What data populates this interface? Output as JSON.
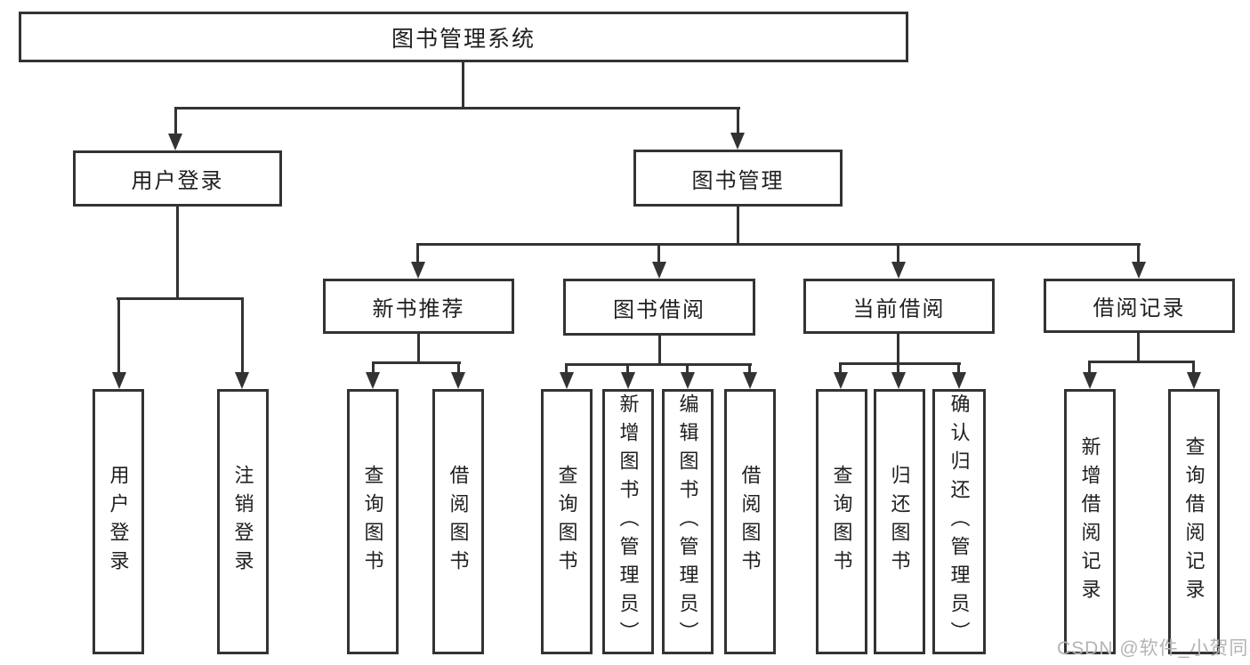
{
  "colors": {
    "line": "#333333",
    "box_border": "#333333",
    "text": "#1f1f1f",
    "watermark": "#b4b4b4",
    "background": "#ffffff"
  },
  "diagram": {
    "type": "hierarchy-tree",
    "root": {
      "id": "library-management-system",
      "label": "图书管理系统"
    },
    "level2": [
      {
        "id": "user-login",
        "label": "用户登录",
        "parent": "library-management-system"
      },
      {
        "id": "book-management",
        "label": "图书管理",
        "parent": "library-management-system"
      }
    ],
    "level3": [
      {
        "id": "new-book-recommend",
        "label": "新书推荐",
        "parent": "book-management"
      },
      {
        "id": "book-borrow",
        "label": "图书借阅",
        "parent": "book-management"
      },
      {
        "id": "current-borrow",
        "label": "当前借阅",
        "parent": "book-management"
      },
      {
        "id": "borrow-records",
        "label": "借阅记录",
        "parent": "book-management"
      }
    ],
    "leaves": [
      {
        "id": "user-login-leaf",
        "label": "用户登录",
        "parent": "user-login"
      },
      {
        "id": "logout",
        "label": "注销登录",
        "parent": "user-login"
      },
      {
        "id": "query-books-recommend",
        "label": "查询图书",
        "parent": "new-book-recommend"
      },
      {
        "id": "borrow-books-recommend",
        "label": "借阅图书",
        "parent": "new-book-recommend"
      },
      {
        "id": "query-books-borrow",
        "label": "查询图书",
        "parent": "book-borrow"
      },
      {
        "id": "add-books-admin",
        "label": "新增图书（管理员）",
        "parent": "book-borrow"
      },
      {
        "id": "edit-books-admin",
        "label": "编辑图书（管理员）",
        "parent": "book-borrow"
      },
      {
        "id": "borrow-books",
        "label": "借阅图书",
        "parent": "book-borrow"
      },
      {
        "id": "query-books-current",
        "label": "查询图书",
        "parent": "current-borrow"
      },
      {
        "id": "return-books",
        "label": "归还图书",
        "parent": "current-borrow"
      },
      {
        "id": "confirm-return-admin",
        "label": "确认归还（管理员）",
        "parent": "current-borrow"
      },
      {
        "id": "add-borrow-record",
        "label": "新增借阅记录",
        "parent": "borrow-records"
      },
      {
        "id": "query-borrow-record",
        "label": "查询借阅记录",
        "parent": "borrow-records"
      }
    ]
  },
  "watermark": {
    "text": "CSDN @软件_小贺同学"
  }
}
